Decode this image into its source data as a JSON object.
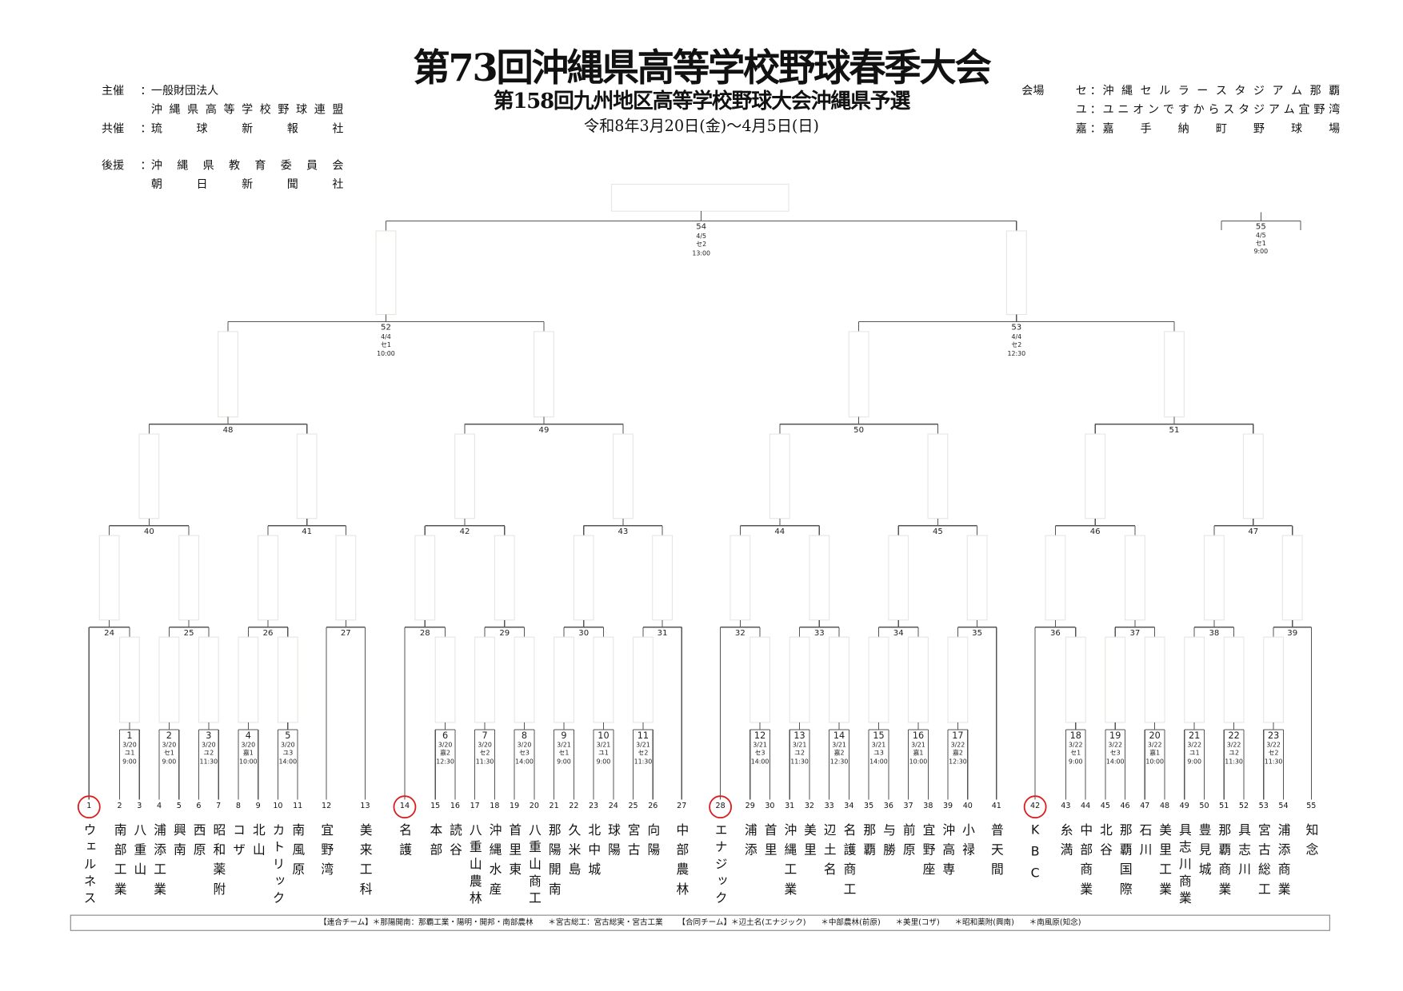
{
  "header": {
    "title": "第73回沖縄県高等学校野球春季大会",
    "subtitle": "第158回九州地区高等学校野球大会沖縄県予選",
    "dates": "令和8年3月20日(金)～4月5日(日)",
    "organizers": {
      "host_label": "主催",
      "host_line1": "一般財団法人",
      "host_line2": "沖縄県高等学校野球連盟",
      "cohost_label": "共催",
      "cohost": "琉球新報社",
      "support_label": "後援",
      "support_line1": "沖縄県教育委員会",
      "support_line2": "朝日新聞社",
      "colon": "："
    },
    "venues": {
      "label": "会場",
      "items": [
        {
          "key": "セ",
          "name": "沖縄セルラースタジアム那覇"
        },
        {
          "key": "ユ",
          "name": "ユニオンですからスタジアム宜野湾"
        },
        {
          "key": "嘉",
          "name": "嘉手納町野球場"
        }
      ]
    }
  },
  "teams": [
    {
      "no": "1",
      "name": "ウェルネス",
      "circled": true
    },
    {
      "no": "2",
      "name": "南部工業"
    },
    {
      "no": "3",
      "name": "八重山"
    },
    {
      "no": "4",
      "name": "浦添工業"
    },
    {
      "no": "5",
      "name": "興南"
    },
    {
      "no": "6",
      "name": "西原"
    },
    {
      "no": "7",
      "name": "昭和薬附"
    },
    {
      "no": "8",
      "name": "コザ"
    },
    {
      "no": "9",
      "name": "北山"
    },
    {
      "no": "10",
      "name": "カトリック"
    },
    {
      "no": "11",
      "name": "南風原"
    },
    {
      "no": "12",
      "name": "宜野湾"
    },
    {
      "no": "13",
      "name": "美来工科"
    },
    {
      "no": "14",
      "name": "名護",
      "circled": true
    },
    {
      "no": "15",
      "name": "本部"
    },
    {
      "no": "16",
      "name": "読谷"
    },
    {
      "no": "17",
      "name": "八重山農林"
    },
    {
      "no": "18",
      "name": "沖縄水産"
    },
    {
      "no": "19",
      "name": "首里東"
    },
    {
      "no": "20",
      "name": "八重山商工"
    },
    {
      "no": "21",
      "name": "那陽開南"
    },
    {
      "no": "22",
      "name": "久米島"
    },
    {
      "no": "23",
      "name": "北中城"
    },
    {
      "no": "24",
      "name": "球陽"
    },
    {
      "no": "25",
      "name": "宮古"
    },
    {
      "no": "26",
      "name": "向陽"
    },
    {
      "no": "27",
      "name": "中部農林"
    },
    {
      "no": "28",
      "name": "エナジック",
      "circled": true
    },
    {
      "no": "29",
      "name": "浦添"
    },
    {
      "no": "30",
      "name": "首里"
    },
    {
      "no": "31",
      "name": "沖縄工業"
    },
    {
      "no": "32",
      "name": "美里"
    },
    {
      "no": "33",
      "name": "辺土名"
    },
    {
      "no": "34",
      "name": "名護商工"
    },
    {
      "no": "35",
      "name": "那覇"
    },
    {
      "no": "36",
      "name": "与勝"
    },
    {
      "no": "37",
      "name": "前原"
    },
    {
      "no": "38",
      "name": "宜野座"
    },
    {
      "no": "39",
      "name": "沖高専"
    },
    {
      "no": "40",
      "name": "小禄"
    },
    {
      "no": "41",
      "name": "普天間"
    },
    {
      "no": "42",
      "name": "KBC",
      "circled": true
    },
    {
      "no": "43",
      "name": "糸満"
    },
    {
      "no": "44",
      "name": "中部商業"
    },
    {
      "no": "45",
      "name": "北谷"
    },
    {
      "no": "46",
      "name": "那覇国際"
    },
    {
      "no": "47",
      "name": "石川"
    },
    {
      "no": "48",
      "name": "美里工業"
    },
    {
      "no": "49",
      "name": "具志川商業"
    },
    {
      "no": "50",
      "name": "豊見城"
    },
    {
      "no": "51",
      "name": "那覇商業"
    },
    {
      "no": "52",
      "name": "具志川"
    },
    {
      "no": "53",
      "name": "宮古総工"
    },
    {
      "no": "54",
      "name": "浦添商業"
    },
    {
      "no": "55",
      "name": "知念"
    }
  ],
  "matches": [
    {
      "id": "1",
      "a": "t2",
      "b": "t3",
      "date": "3/20",
      "venue": "ユ1",
      "time": "9:00"
    },
    {
      "id": "2",
      "a": "t4",
      "b": "t5",
      "date": "3/20",
      "venue": "セ1",
      "time": "9:00"
    },
    {
      "id": "3",
      "a": "t6",
      "b": "t7",
      "date": "3/20",
      "venue": "ユ2",
      "time": "11:30"
    },
    {
      "id": "4",
      "a": "t8",
      "b": "t9",
      "date": "3/20",
      "venue": "嘉1",
      "time": "10:00"
    },
    {
      "id": "5",
      "a": "t10",
      "b": "t11",
      "date": "3/20",
      "venue": "ユ3",
      "time": "14:00"
    },
    {
      "id": "6",
      "a": "t15",
      "b": "t16",
      "date": "3/20",
      "venue": "嘉2",
      "time": "12:30"
    },
    {
      "id": "7",
      "a": "t17",
      "b": "t18",
      "date": "3/20",
      "venue": "セ2",
      "time": "11:30"
    },
    {
      "id": "8",
      "a": "t19",
      "b": "t20",
      "date": "3/20",
      "venue": "セ3",
      "time": "14:00"
    },
    {
      "id": "9",
      "a": "t21",
      "b": "t22",
      "date": "3/21",
      "venue": "セ1",
      "time": "9:00"
    },
    {
      "id": "10",
      "a": "t23",
      "b": "t24",
      "date": "3/21",
      "venue": "ユ1",
      "time": "9:00"
    },
    {
      "id": "11",
      "a": "t25",
      "b": "t26",
      "date": "3/21",
      "venue": "セ2",
      "time": "11:30"
    },
    {
      "id": "12",
      "a": "t29",
      "b": "t30",
      "date": "3/21",
      "venue": "セ3",
      "time": "14:00"
    },
    {
      "id": "13",
      "a": "t31",
      "b": "t32",
      "date": "3/21",
      "venue": "ユ2",
      "time": "11:30"
    },
    {
      "id": "14",
      "a": "t33",
      "b": "t34",
      "date": "3/21",
      "venue": "嘉2",
      "time": "12:30"
    },
    {
      "id": "15",
      "a": "t35",
      "b": "t36",
      "date": "3/21",
      "venue": "ユ3",
      "time": "14:00"
    },
    {
      "id": "16",
      "a": "t37",
      "b": "t38",
      "date": "3/21",
      "venue": "嘉1",
      "time": "10:00"
    },
    {
      "id": "17",
      "a": "t39",
      "b": "t40",
      "date": "3/22",
      "venue": "嘉2",
      "time": "12:30"
    },
    {
      "id": "18",
      "a": "t43",
      "b": "t44",
      "date": "3/22",
      "venue": "セ1",
      "time": "9:00"
    },
    {
      "id": "19",
      "a": "t45",
      "b": "t46",
      "date": "3/22",
      "venue": "セ3",
      "time": "14:00"
    },
    {
      "id": "20",
      "a": "t47",
      "b": "t48",
      "date": "3/22",
      "venue": "嘉1",
      "time": "10:00"
    },
    {
      "id": "21",
      "a": "t49",
      "b": "t50",
      "date": "3/22",
      "venue": "ユ1",
      "time": "9:00"
    },
    {
      "id": "22",
      "a": "t51",
      "b": "t52",
      "date": "3/22",
      "venue": "ユ2",
      "time": "11:30"
    },
    {
      "id": "23",
      "a": "t53",
      "b": "t54",
      "date": "3/22",
      "venue": "セ2",
      "time": "11:30"
    },
    {
      "id": "24",
      "a": "t1",
      "b": "m1"
    },
    {
      "id": "25",
      "a": "m2",
      "b": "m3"
    },
    {
      "id": "26",
      "a": "m4",
      "b": "m5"
    },
    {
      "id": "27",
      "a": "t12",
      "b": "t13"
    },
    {
      "id": "28",
      "a": "t14",
      "b": "m6"
    },
    {
      "id": "29",
      "a": "m7",
      "b": "m8"
    },
    {
      "id": "30",
      "a": "m9",
      "b": "m10"
    },
    {
      "id": "31",
      "a": "m11",
      "b": "t27"
    },
    {
      "id": "32",
      "a": "t28",
      "b": "m12"
    },
    {
      "id": "33",
      "a": "m13",
      "b": "m14"
    },
    {
      "id": "34",
      "a": "m15",
      "b": "m16"
    },
    {
      "id": "35",
      "a": "m17",
      "b": "t41"
    },
    {
      "id": "36",
      "a": "t42",
      "b": "m18"
    },
    {
      "id": "37",
      "a": "m19",
      "b": "m20"
    },
    {
      "id": "38",
      "a": "m21",
      "b": "m22"
    },
    {
      "id": "39",
      "a": "m23",
      "b": "t55"
    },
    {
      "id": "40",
      "a": "m24",
      "b": "m25"
    },
    {
      "id": "41",
      "a": "m26",
      "b": "m27"
    },
    {
      "id": "42",
      "a": "m28",
      "b": "m29"
    },
    {
      "id": "43",
      "a": "m30",
      "b": "m31"
    },
    {
      "id": "44",
      "a": "m32",
      "b": "m33"
    },
    {
      "id": "45",
      "a": "m34",
      "b": "m35"
    },
    {
      "id": "46",
      "a": "m36",
      "b": "m37"
    },
    {
      "id": "47",
      "a": "m38",
      "b": "m39"
    },
    {
      "id": "48",
      "a": "m40",
      "b": "m41"
    },
    {
      "id": "49",
      "a": "m42",
      "b": "m43"
    },
    {
      "id": "50",
      "a": "m44",
      "b": "m45"
    },
    {
      "id": "51",
      "a": "m46",
      "b": "m47"
    },
    {
      "id": "52",
      "a": "m48",
      "b": "m49",
      "date": "4/4",
      "venue": "セ1",
      "time": "10:00"
    },
    {
      "id": "53",
      "a": "m50",
      "b": "m51",
      "date": "4/4",
      "venue": "セ2",
      "time": "12:30"
    },
    {
      "id": "54",
      "a": "m52",
      "b": "m53",
      "date": "4/5",
      "venue": "セ2",
      "time": "13:00"
    },
    {
      "id": "55",
      "date": "4/5",
      "venue": "セ1",
      "time": "9:00"
    }
  ],
  "notes": [
    "【連合チーム】＊那陽開南：那覇工業・陽明・開邦・南部農林",
    "＊宮古総工：宮古総実・宮古工業",
    "【合同チーム】＊辺土名(エナジック)",
    "＊中部農林(前原)",
    "＊美里(コザ)",
    "＊昭和薬附(興南)",
    "＊南風原(知念)"
  ],
  "colors": {
    "line": "#555555",
    "box": "#e6e6e0",
    "circle": "#d81e1e"
  }
}
